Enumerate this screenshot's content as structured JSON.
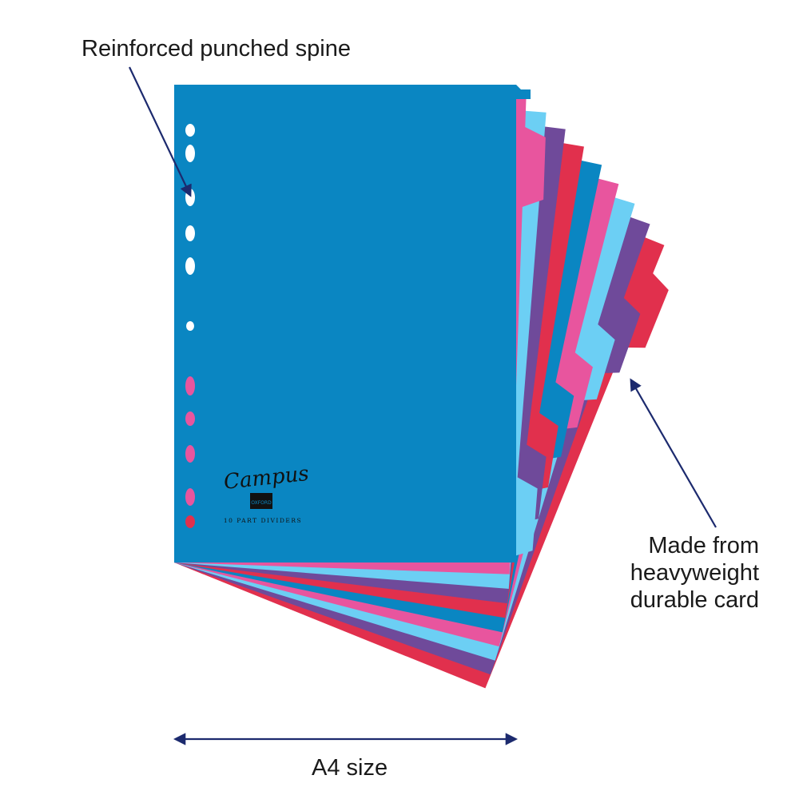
{
  "callouts": {
    "spine": "Reinforced punched spine",
    "material_line1": "Made from",
    "material_line2": "heavyweight",
    "material_line3": "durable card",
    "size": "A4 size"
  },
  "product_logo": {
    "brand": "Campus",
    "sub_brand": "OXFORD",
    "caption": "10 PART DIVIDERS"
  },
  "divider_colors": [
    "#0a86c2",
    "#e8559e",
    "#6ccff4",
    "#6f4a9a",
    "#e1304d",
    "#0a86c2",
    "#e8559e",
    "#6ccff4",
    "#6f4a9a",
    "#e1304d"
  ],
  "arrow_color": "#1c2a6e"
}
